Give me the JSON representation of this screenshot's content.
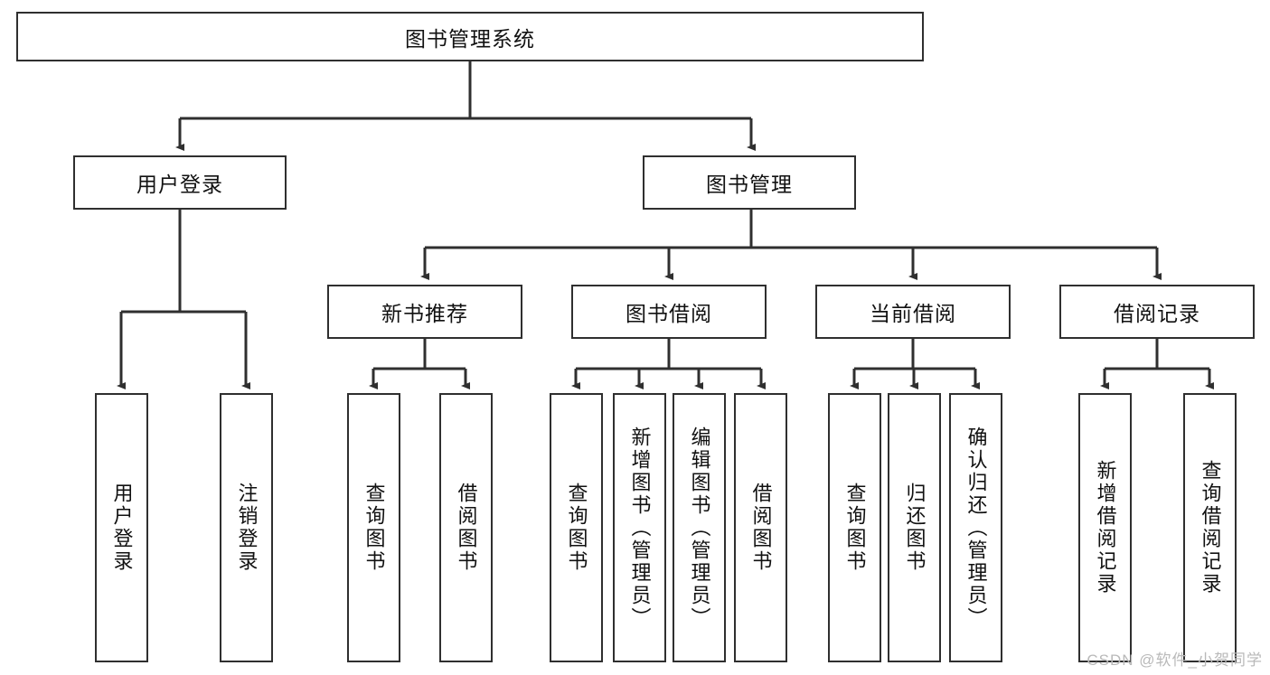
{
  "diagram": {
    "title": "图书管理系统",
    "type": "tree-hierarchy-diagram",
    "colors": {
      "stroke": "#2f2f2f",
      "fill": "#ffffff",
      "text": "#111111",
      "watermark": "#b9b9b9"
    },
    "root": {
      "label": "图书管理系统"
    },
    "level2": [
      {
        "label": "用户登录"
      },
      {
        "label": "图书管理"
      }
    ],
    "level3": [
      {
        "label": "新书推荐"
      },
      {
        "label": "图书借阅"
      },
      {
        "label": "当前借阅"
      },
      {
        "label": "借阅记录"
      }
    ],
    "leaves": {
      "user_login": [
        {
          "label": "用户登录"
        },
        {
          "label": "注销登录"
        }
      ],
      "new_book_recommend": [
        {
          "label": "查询图书"
        },
        {
          "label": "借阅图书"
        }
      ],
      "book_borrow": [
        {
          "label": "查询图书"
        },
        {
          "label": "新增图书（管理员）"
        },
        {
          "label": "编辑图书（管理员）"
        },
        {
          "label": "借阅图书"
        }
      ],
      "current_borrow": [
        {
          "label": "查询图书"
        },
        {
          "label": "归还图书"
        },
        {
          "label": "确认归还（管理员）"
        }
      ],
      "borrow_record": [
        {
          "label": "新增借阅记录"
        },
        {
          "label": "查询借阅记录"
        }
      ]
    }
  },
  "watermark": {
    "text": "CSDN @软件_小贺同学"
  }
}
